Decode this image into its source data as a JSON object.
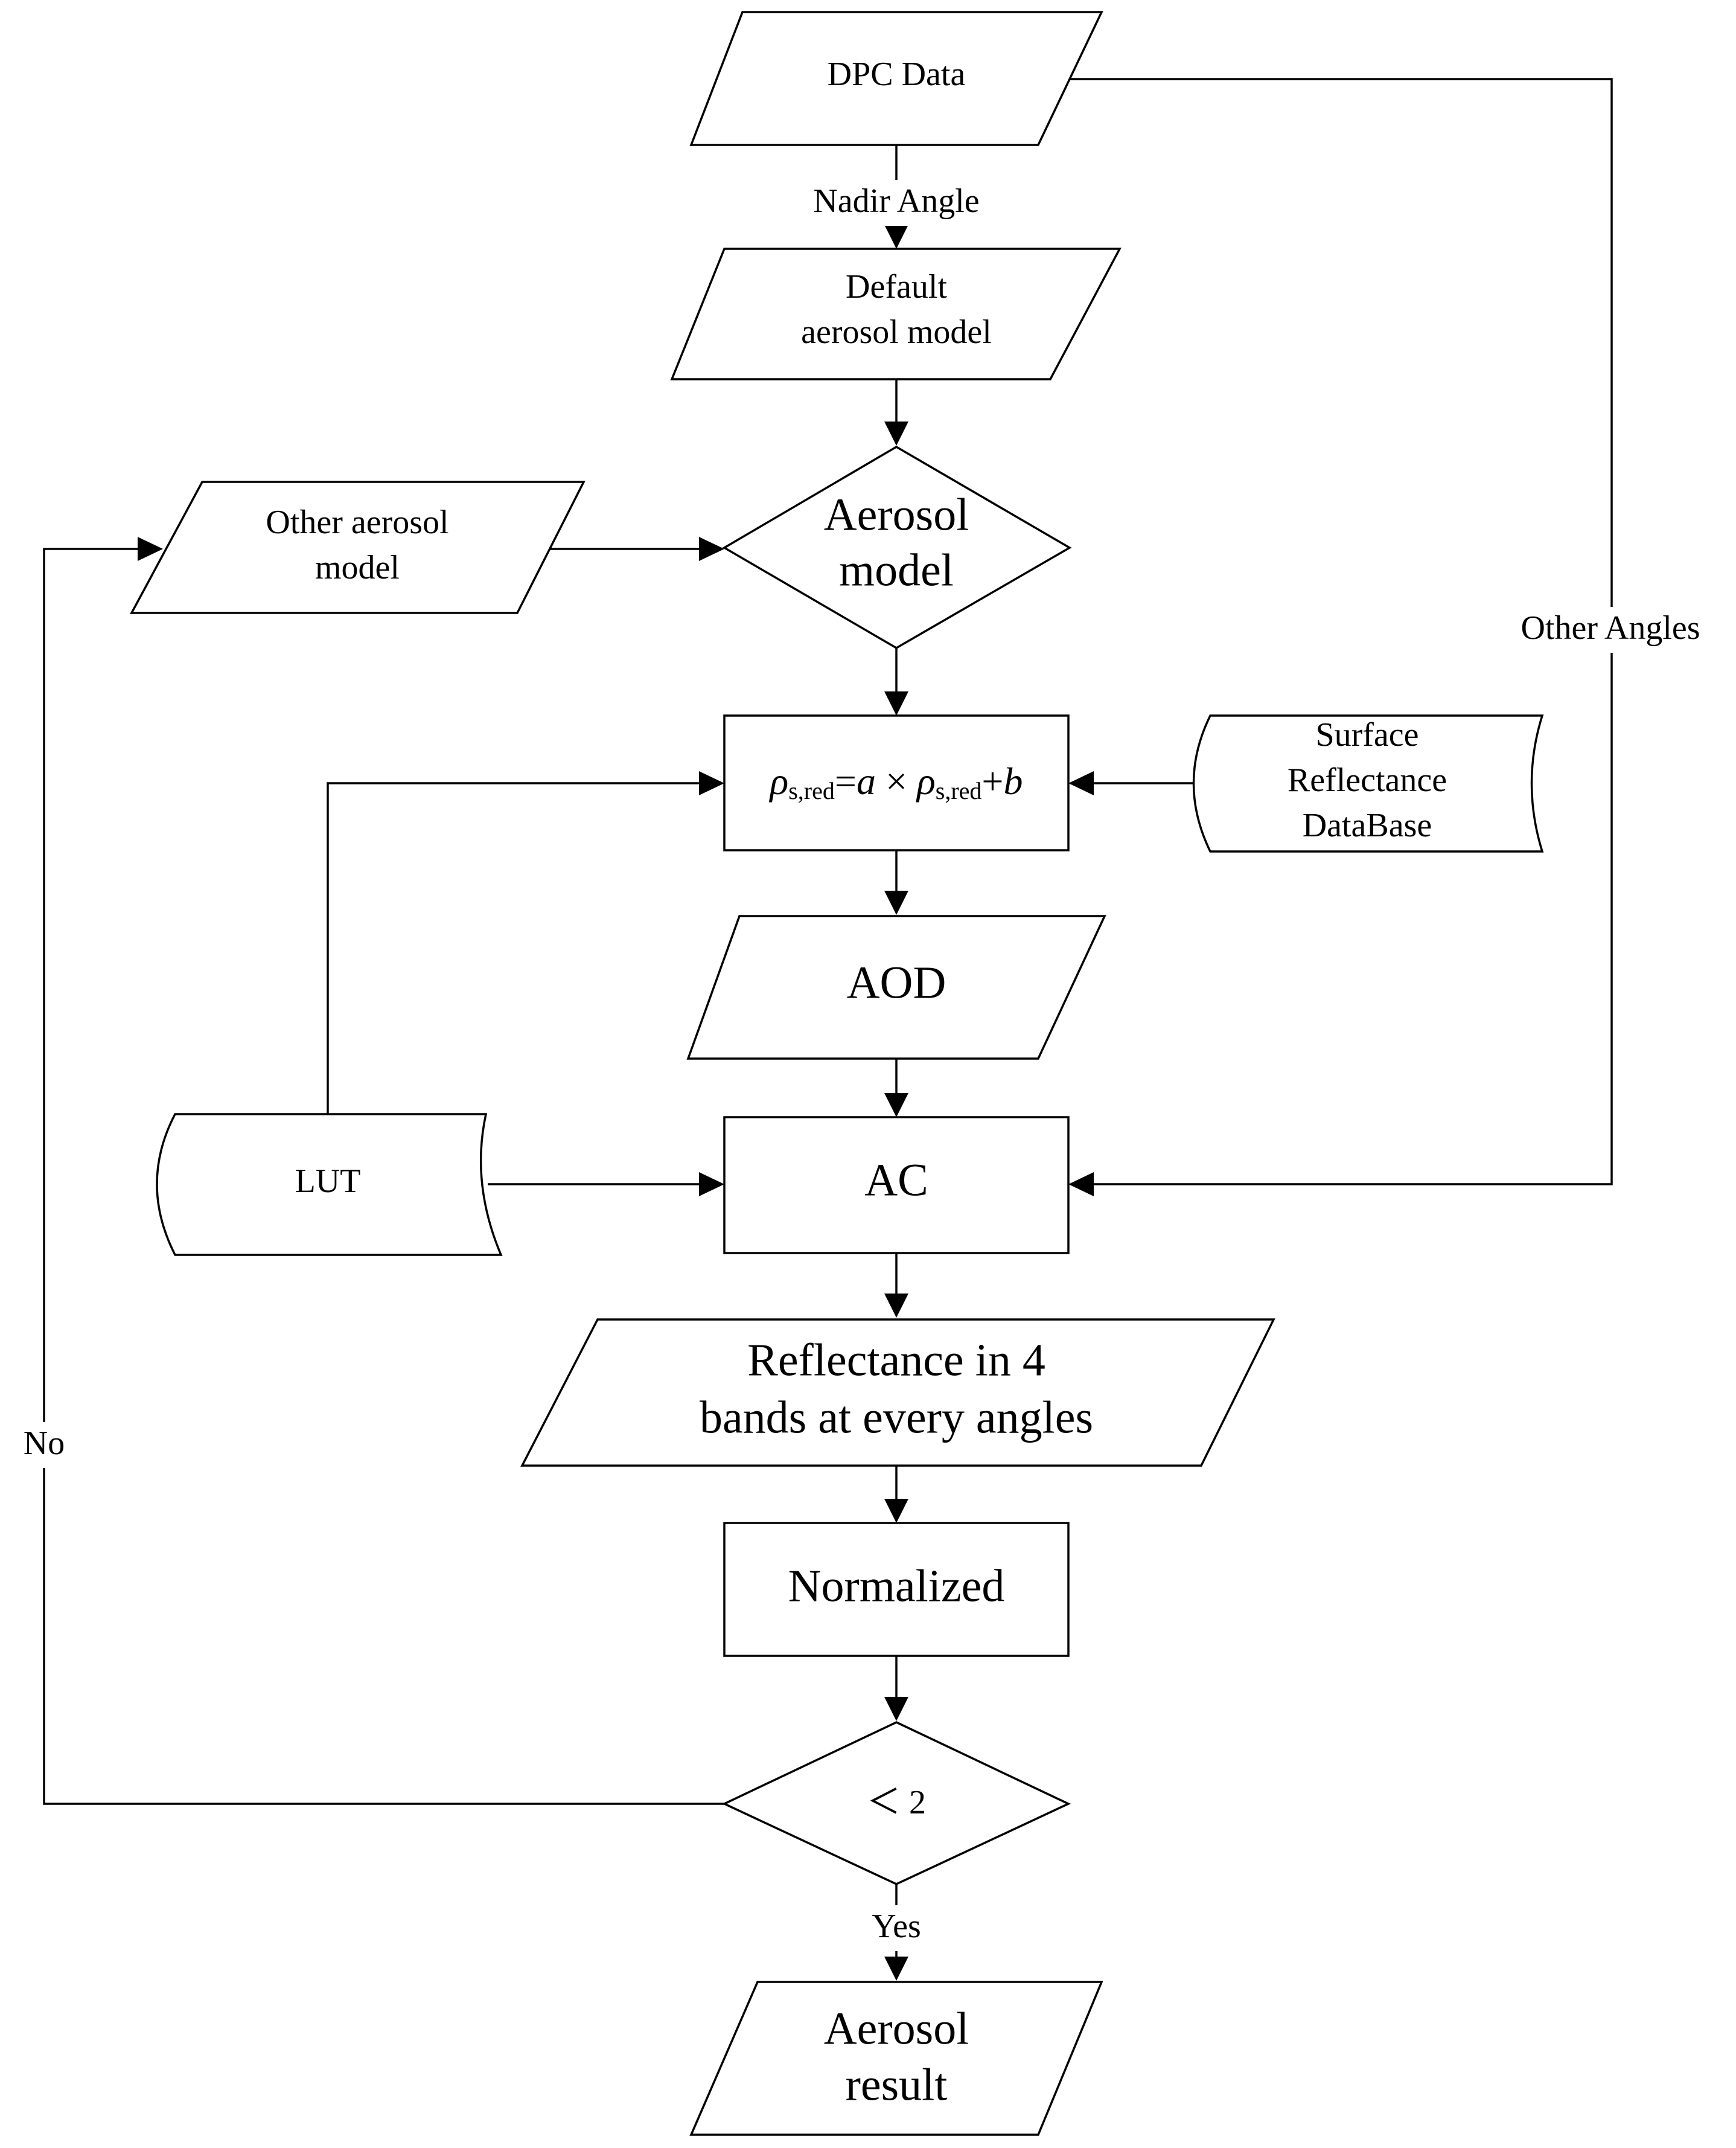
{
  "nodes": {
    "dpc_data": "DPC Data",
    "default_model": [
      "Default",
      "aerosol model"
    ],
    "aerosol_model": [
      "Aerosol",
      "model"
    ],
    "other_model": [
      "Other aerosol",
      "model"
    ],
    "formula": {
      "rho": "ρ",
      "sub": "s,red",
      "eq": "=",
      "a": "a",
      "times": " × ",
      "plus": "+",
      "b": "b"
    },
    "surface_db": [
      "Surface",
      "Reflectance",
      "DataBase"
    ],
    "aod": "AOD",
    "lut": "LUT",
    "ac": "AC",
    "reflectance": [
      "Reflectance in 4",
      "bands at every angles"
    ],
    "normalized": "Normalized",
    "check": "＜ 2",
    "result": [
      "Aerosol",
      "result"
    ]
  },
  "edge_labels": {
    "nadir_angle": "Nadir Angle",
    "other_angles": "Other Angles",
    "no": "No",
    "yes": "Yes"
  }
}
